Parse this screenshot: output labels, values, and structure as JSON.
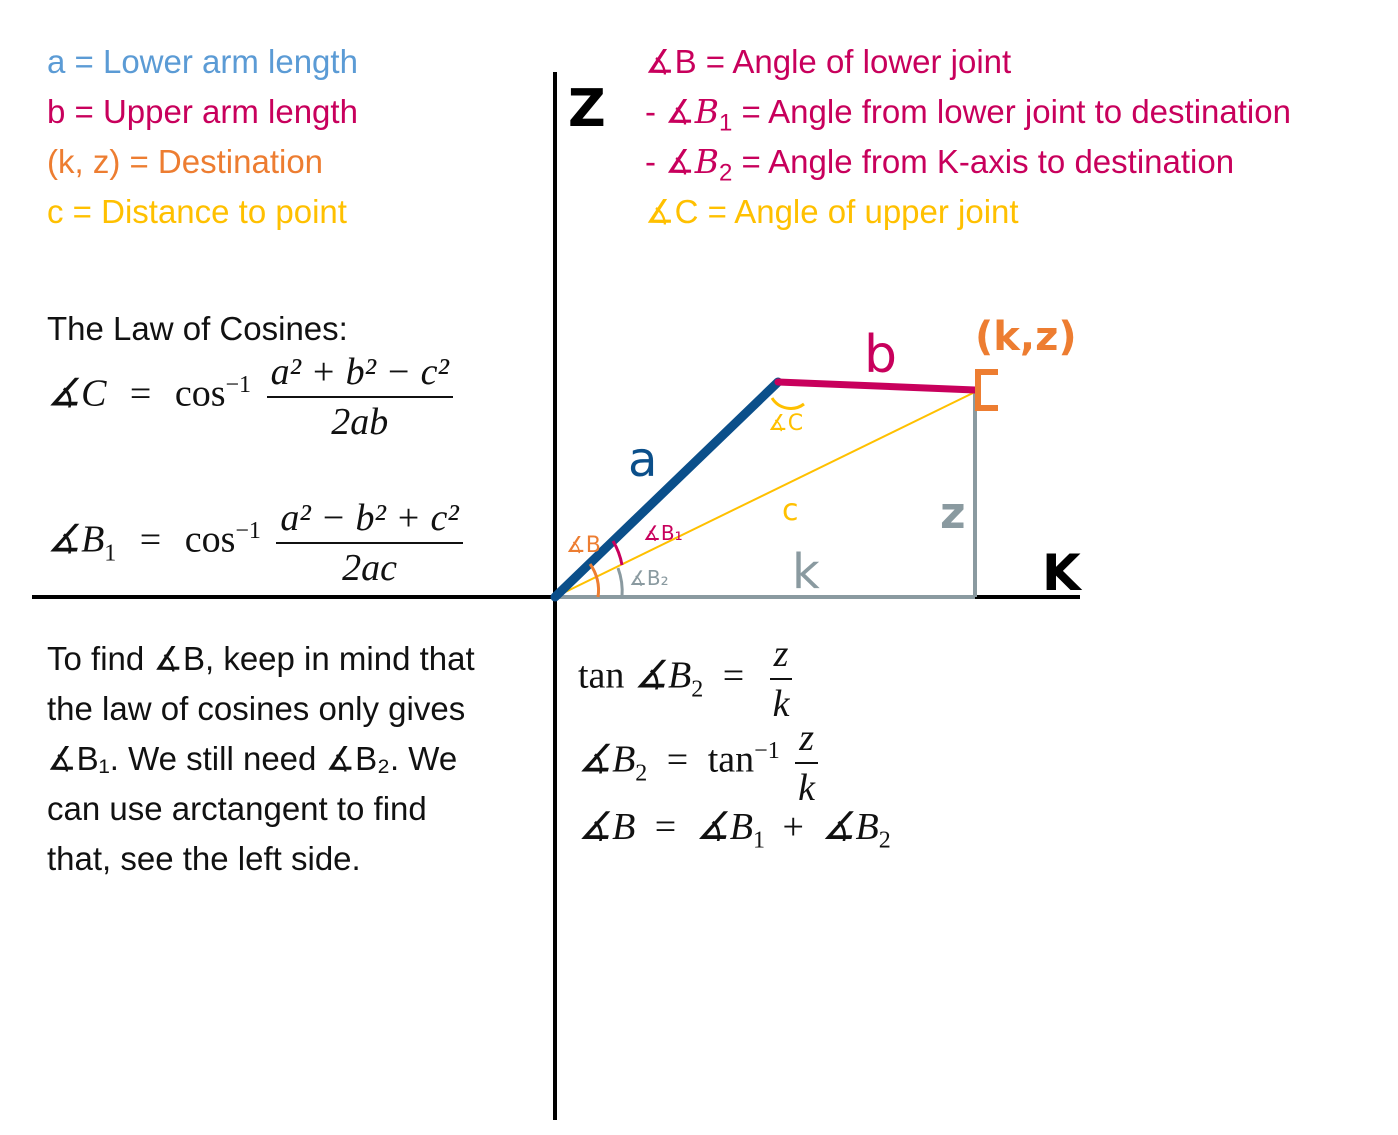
{
  "colors": {
    "blue": "#5b9bd5",
    "magenta": "#c8005c",
    "orange": "#ed7d31",
    "yellow": "#ffc000",
    "dark_blue": "#0b4f8a",
    "gray": "#8a9aa0",
    "black": "#000000"
  },
  "legend_left": [
    {
      "text": "a = Lower arm length",
      "color": "blue"
    },
    {
      "text": "b = Upper arm length",
      "color": "magenta"
    },
    {
      "text": "(k, z) = Destination",
      "color": "orange"
    },
    {
      "text": "c = Distance to point",
      "color": "yellow"
    }
  ],
  "legend_right": {
    "line1": "∡B = Angle of lower joint",
    "line2_prefix": "- ∡",
    "line2_var": "B",
    "line2_sub": "1",
    "line2_rest": " = Angle from lower joint to destination",
    "line3_prefix": "- ∡",
    "line3_var": "B",
    "line3_sub": "2",
    "line3_rest": " = Angle from K-axis to destination",
    "line4": "∡C = Angle of upper joint"
  },
  "law_title": "The Law of Cosines:",
  "formula_c": {
    "lhs": "∡C",
    "eq": "=",
    "fn": "cos",
    "inv": "−1",
    "num": "a² + b² − c²",
    "den": "2ab"
  },
  "formula_b1": {
    "lhs": "∡B",
    "lhs_sub": "1",
    "eq": "=",
    "fn": "cos",
    "inv": "−1",
    "num": "a² − b² + c²",
    "den": "2ac"
  },
  "explanation": [
    "To find ∡B, keep in mind that",
    "the law of cosines only gives",
    "∡B₁. We still need ∡B₂. We",
    "can use arctangent to find",
    "that, see the left side."
  ],
  "formula_tan": {
    "fn": "tan",
    "lhs": "∡B",
    "lhs_sub": "2",
    "eq": "=",
    "num": "z",
    "den": "k"
  },
  "formula_atan": {
    "lhs": "∡B",
    "lhs_sub": "2",
    "eq": "=",
    "fn": "tan",
    "inv": "−1",
    "num": "z",
    "den": "k"
  },
  "formula_sum": {
    "lhs": "∡B",
    "eq": "=",
    "t1": "∡B",
    "t1_sub": "1",
    "plus": "+",
    "t2": "∡B",
    "t2_sub": "2"
  },
  "diagram_labels": {
    "z_axis": "Z",
    "k_axis": "K",
    "destination": "(k,z)",
    "a": "a",
    "b": "b",
    "c": "c",
    "z": "z",
    "k": "k",
    "angle_c": "∡C",
    "angle_b": "∡B",
    "angle_b1": "∡B₁",
    "angle_b2": "∡B₂"
  }
}
